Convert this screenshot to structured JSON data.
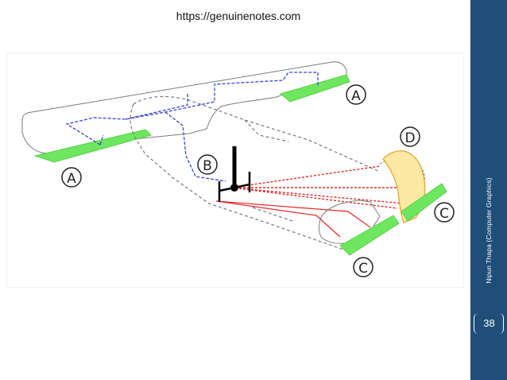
{
  "header": {
    "url": "https://genuinenotes.com"
  },
  "diagram": {
    "labels": {
      "a_left": "A",
      "a_right": "A",
      "b": "B",
      "c_right": "C",
      "c_bottom": "C",
      "d": "D"
    },
    "colors": {
      "surface_highlight": "#6ee65f",
      "rudder_fill": "#fde9a4",
      "rudder_stroke": "#e3a326",
      "cable_blue": "#3a45d6",
      "cable_red": "#e32b2b",
      "outline_gray": "#7a7a7a",
      "stick": "#000000"
    }
  },
  "sidebar": {
    "credit": "Nipun Thapa (Computer Graphics)",
    "page_number": "38",
    "background": "#1f4e79"
  }
}
